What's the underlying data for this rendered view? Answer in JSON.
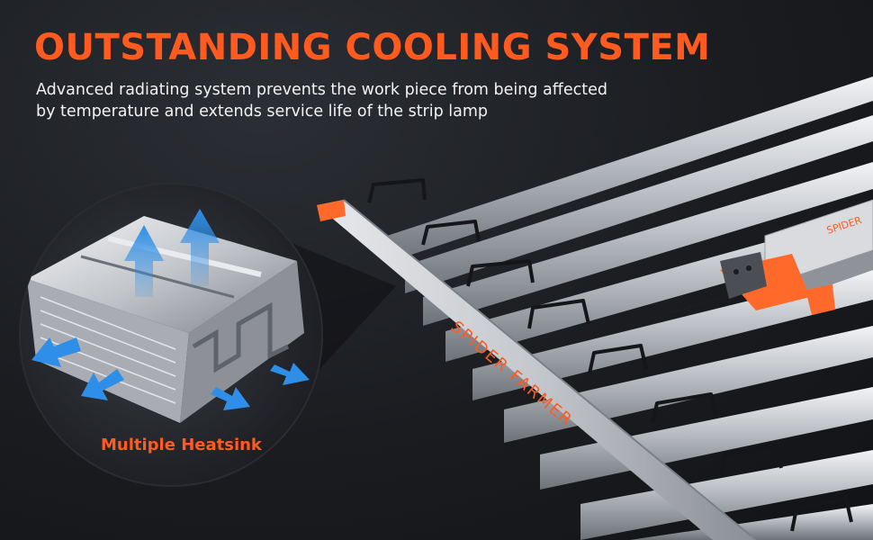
{
  "headline": "OUTSTANDING COOLING SYSTEM",
  "subtitle_line1": "Advanced radiating system prevents the work piece from being affected",
  "subtitle_line2": "by temperature and extends service life of the strip lamp",
  "callout_caption": "Multiple Heatsink",
  "brand_name": "SPIDER FARMER",
  "driver_label": "SPIDER",
  "colors": {
    "accent": "#ff5a1f",
    "background": "#1a1c20",
    "aluminum": "#c9ccd1",
    "airflow_arrow": "#2f8fe8",
    "text": "#f2f2f2"
  }
}
